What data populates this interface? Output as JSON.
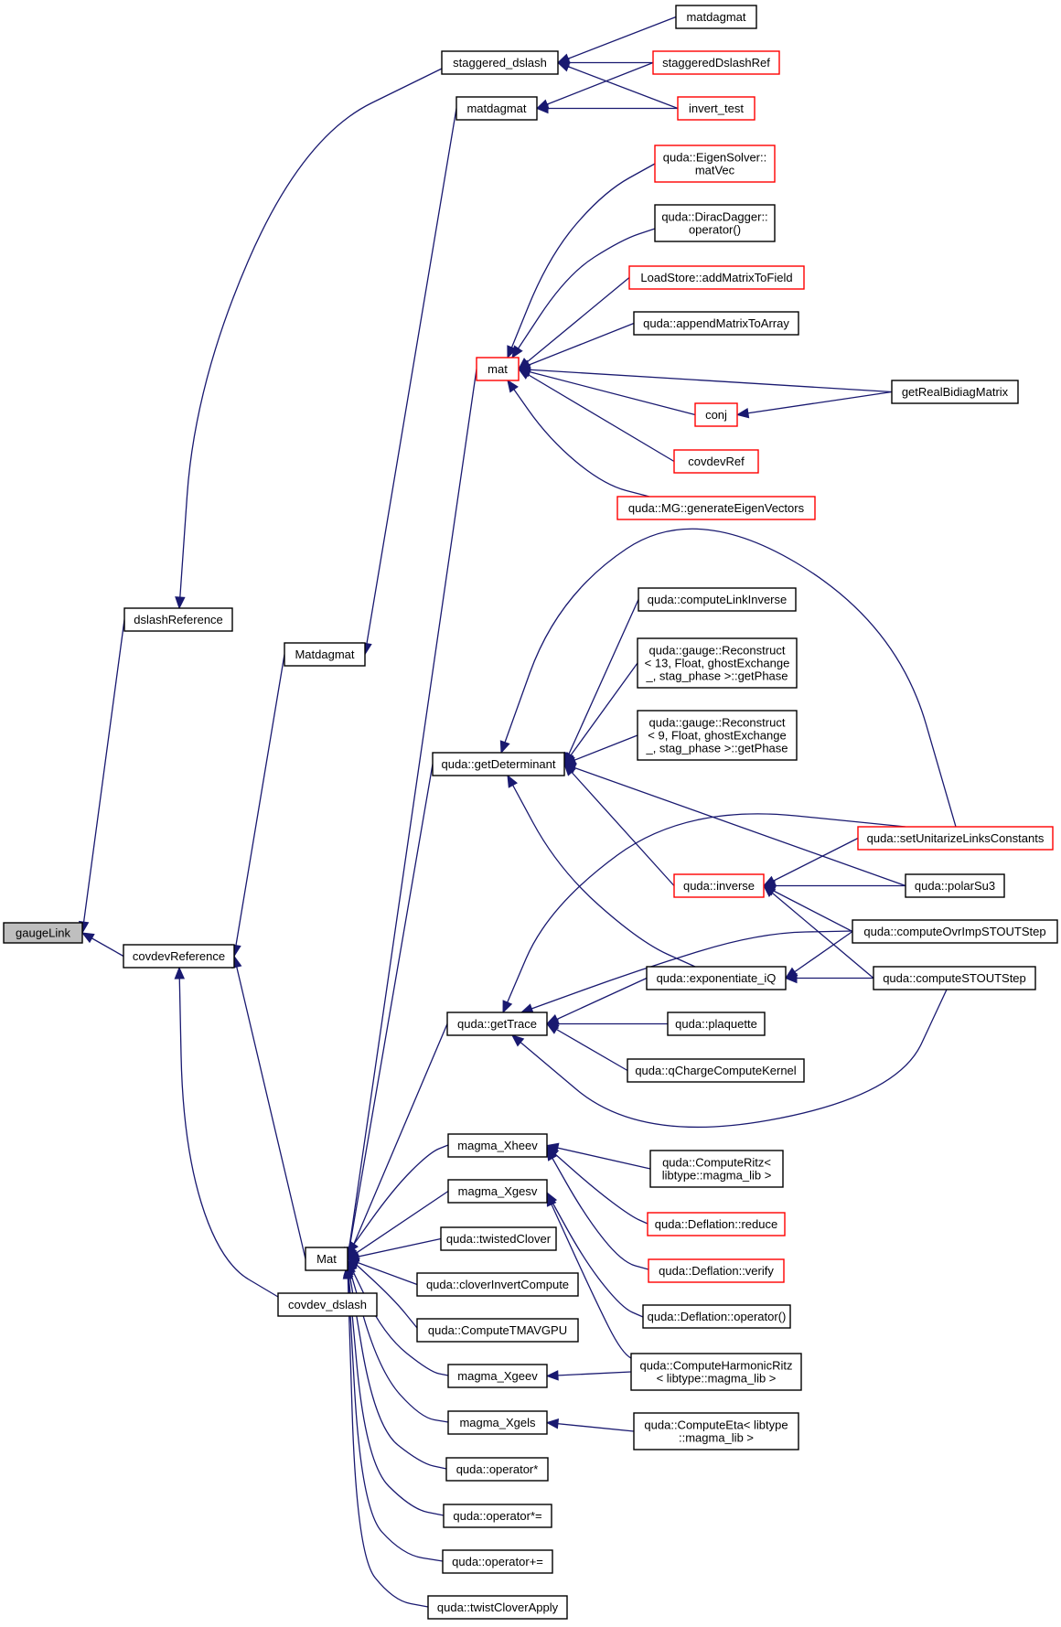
{
  "colors": {
    "edge": "#191970",
    "node_border": "#000000",
    "node_border_truncated": "#ff0000",
    "node_fill": "#ffffff",
    "node_fill_highlight": "#bfbfbf"
  },
  "nodes": [
    {
      "id": "gaugeLink",
      "lines": [
        "gaugeLink"
      ],
      "style": "highlight"
    },
    {
      "id": "dslashReference",
      "lines": [
        "dslashReference"
      ],
      "style": "normal"
    },
    {
      "id": "covdevReference",
      "lines": [
        "covdevReference"
      ],
      "style": "normal"
    },
    {
      "id": "staggered_dslash",
      "lines": [
        "staggered_dslash"
      ],
      "style": "normal"
    },
    {
      "id": "matdagmat_mid",
      "lines": [
        "matdagmat"
      ],
      "style": "normal"
    },
    {
      "id": "Matdagmat",
      "lines": [
        "Matdagmat"
      ],
      "style": "normal"
    },
    {
      "id": "covdev_dslash",
      "lines": [
        "covdev_dslash"
      ],
      "style": "normal"
    },
    {
      "id": "Mat",
      "lines": [
        "Mat"
      ],
      "style": "normal"
    },
    {
      "id": "matdagmat_top",
      "lines": [
        "matdagmat"
      ],
      "style": "normal"
    },
    {
      "id": "staggeredDslashRef",
      "lines": [
        "staggeredDslashRef"
      ],
      "style": "truncated"
    },
    {
      "id": "invert_test",
      "lines": [
        "invert_test"
      ],
      "style": "truncated"
    },
    {
      "id": "mat",
      "lines": [
        "mat"
      ],
      "style": "truncated"
    },
    {
      "id": "eigensolver_matvec",
      "lines": [
        "quda::EigenSolver::",
        "matVec"
      ],
      "style": "truncated"
    },
    {
      "id": "diracdagger_op",
      "lines": [
        "quda::DiracDagger::",
        "operator()"
      ],
      "style": "normal"
    },
    {
      "id": "addMatrixToField",
      "lines": [
        "LoadStore::addMatrixToField"
      ],
      "style": "truncated"
    },
    {
      "id": "appendMatrixToArray",
      "lines": [
        "quda::appendMatrixToArray"
      ],
      "style": "normal"
    },
    {
      "id": "conj",
      "lines": [
        "conj"
      ],
      "style": "truncated"
    },
    {
      "id": "getRealBidiagMatrix",
      "lines": [
        "getRealBidiagMatrix"
      ],
      "style": "normal"
    },
    {
      "id": "covdevRef",
      "lines": [
        "covdevRef"
      ],
      "style": "truncated"
    },
    {
      "id": "generateEigenVectors",
      "lines": [
        "quda::MG::generateEigenVectors"
      ],
      "style": "truncated"
    },
    {
      "id": "getDeterminant",
      "lines": [
        "quda::getDeterminant"
      ],
      "style": "normal"
    },
    {
      "id": "computeLinkInverse",
      "lines": [
        "quda::computeLinkInverse"
      ],
      "style": "normal"
    },
    {
      "id": "reconstruct13",
      "lines": [
        "quda::gauge::Reconstruct",
        "< 13, Float, ghostExchange",
        "_, stag_phase >::getPhase"
      ],
      "style": "normal"
    },
    {
      "id": "reconstruct9",
      "lines": [
        "quda::gauge::Reconstruct",
        "< 9, Float, ghostExchange",
        "_, stag_phase >::getPhase"
      ],
      "style": "normal"
    },
    {
      "id": "setUnitarizeLinksConstants",
      "lines": [
        "quda::setUnitarizeLinksConstants"
      ],
      "style": "truncated"
    },
    {
      "id": "inverse",
      "lines": [
        "quda::inverse"
      ],
      "style": "truncated"
    },
    {
      "id": "polarSu3",
      "lines": [
        "quda::polarSu3"
      ],
      "style": "normal"
    },
    {
      "id": "computeOvrImpSTOUTStep",
      "lines": [
        "quda::computeOvrImpSTOUTStep"
      ],
      "style": "normal"
    },
    {
      "id": "exponentiate_iQ",
      "lines": [
        "quda::exponentiate_iQ"
      ],
      "style": "normal"
    },
    {
      "id": "computeSTOUTStep",
      "lines": [
        "quda::computeSTOUTStep"
      ],
      "style": "normal"
    },
    {
      "id": "getTrace",
      "lines": [
        "quda::getTrace"
      ],
      "style": "normal"
    },
    {
      "id": "plaquette",
      "lines": [
        "quda::plaquette"
      ],
      "style": "normal"
    },
    {
      "id": "qChargeComputeKernel",
      "lines": [
        "quda::qChargeComputeKernel"
      ],
      "style": "normal"
    },
    {
      "id": "magma_Xheev",
      "lines": [
        "magma_Xheev"
      ],
      "style": "normal"
    },
    {
      "id": "computeRitz",
      "lines": [
        "quda::ComputeRitz<",
        "libtype::magma_lib >"
      ],
      "style": "normal"
    },
    {
      "id": "magma_Xgesv",
      "lines": [
        "magma_Xgesv"
      ],
      "style": "normal"
    },
    {
      "id": "deflation_reduce",
      "lines": [
        "quda::Deflation::reduce"
      ],
      "style": "truncated"
    },
    {
      "id": "twistedClover",
      "lines": [
        "quda::twistedClover"
      ],
      "style": "normal"
    },
    {
      "id": "deflation_verify",
      "lines": [
        "quda::Deflation::verify"
      ],
      "style": "truncated"
    },
    {
      "id": "cloverInvertCompute",
      "lines": [
        "quda::cloverInvertCompute"
      ],
      "style": "normal"
    },
    {
      "id": "deflation_operator",
      "lines": [
        "quda::Deflation::operator()"
      ],
      "style": "normal"
    },
    {
      "id": "computeTMAVGPU",
      "lines": [
        "quda::ComputeTMAVGPU"
      ],
      "style": "normal"
    },
    {
      "id": "computeHarmonicRitz",
      "lines": [
        "quda::ComputeHarmonicRitz",
        "< libtype::magma_lib >"
      ],
      "style": "normal"
    },
    {
      "id": "magma_Xgeev",
      "lines": [
        "magma_Xgeev"
      ],
      "style": "normal"
    },
    {
      "id": "magma_Xgels",
      "lines": [
        "magma_Xgels"
      ],
      "style": "normal"
    },
    {
      "id": "computeEta",
      "lines": [
        "quda::ComputeEta< libtype",
        "::magma_lib >"
      ],
      "style": "normal"
    },
    {
      "id": "operator_mul",
      "lines": [
        "quda::operator*"
      ],
      "style": "normal"
    },
    {
      "id": "operator_muleq",
      "lines": [
        "quda::operator*="
      ],
      "style": "normal"
    },
    {
      "id": "operator_pluseq",
      "lines": [
        "quda::operator+="
      ],
      "style": "normal"
    },
    {
      "id": "twistCloverApply",
      "lines": [
        "quda::twistCloverApply"
      ],
      "style": "normal"
    }
  ],
  "edges": [
    {
      "from": "gaugeLink",
      "to": "dslashReference"
    },
    {
      "from": "gaugeLink",
      "to": "covdevReference"
    },
    {
      "from": "dslashReference",
      "to": "staggered_dslash"
    },
    {
      "from": "covdevReference",
      "to": "Matdagmat"
    },
    {
      "from": "covdevReference",
      "to": "covdev_dslash"
    },
    {
      "from": "covdevReference",
      "to": "Mat"
    },
    {
      "from": "Matdagmat",
      "to": "matdagmat_mid"
    },
    {
      "from": "staggered_dslash",
      "to": "matdagmat_top"
    },
    {
      "from": "staggered_dslash",
      "to": "staggeredDslashRef"
    },
    {
      "from": "staggered_dslash",
      "to": "invert_test"
    },
    {
      "from": "matdagmat_mid",
      "to": "staggeredDslashRef"
    },
    {
      "from": "matdagmat_mid",
      "to": "invert_test"
    },
    {
      "from": "Mat",
      "to": "mat"
    },
    {
      "from": "Mat",
      "to": "getDeterminant"
    },
    {
      "from": "Mat",
      "to": "getTrace"
    },
    {
      "from": "Mat",
      "to": "magma_Xheev"
    },
    {
      "from": "Mat",
      "to": "magma_Xgesv"
    },
    {
      "from": "Mat",
      "to": "twistedClover"
    },
    {
      "from": "Mat",
      "to": "cloverInvertCompute"
    },
    {
      "from": "Mat",
      "to": "computeTMAVGPU"
    },
    {
      "from": "Mat",
      "to": "magma_Xgeev"
    },
    {
      "from": "Mat",
      "to": "magma_Xgels"
    },
    {
      "from": "Mat",
      "to": "operator_mul"
    },
    {
      "from": "Mat",
      "to": "operator_muleq"
    },
    {
      "from": "Mat",
      "to": "operator_pluseq"
    },
    {
      "from": "Mat",
      "to": "twistCloverApply"
    },
    {
      "from": "mat",
      "to": "eigensolver_matvec"
    },
    {
      "from": "mat",
      "to": "diracdagger_op"
    },
    {
      "from": "mat",
      "to": "addMatrixToField"
    },
    {
      "from": "mat",
      "to": "appendMatrixToArray"
    },
    {
      "from": "mat",
      "to": "getRealBidiagMatrix"
    },
    {
      "from": "mat",
      "to": "conj"
    },
    {
      "from": "mat",
      "to": "covdevRef"
    },
    {
      "from": "mat",
      "to": "generateEigenVectors"
    },
    {
      "from": "conj",
      "to": "getRealBidiagMatrix"
    },
    {
      "from": "getDeterminant",
      "to": "setUnitarizeLinksConstants"
    },
    {
      "from": "getDeterminant",
      "to": "computeLinkInverse"
    },
    {
      "from": "getDeterminant",
      "to": "reconstruct13"
    },
    {
      "from": "getDeterminant",
      "to": "reconstruct9"
    },
    {
      "from": "getDeterminant",
      "to": "polarSu3"
    },
    {
      "from": "getDeterminant",
      "to": "inverse"
    },
    {
      "from": "getDeterminant",
      "to": "exponentiate_iQ"
    },
    {
      "from": "inverse",
      "to": "setUnitarizeLinksConstants"
    },
    {
      "from": "inverse",
      "to": "polarSu3"
    },
    {
      "from": "inverse",
      "to": "computeOvrImpSTOUTStep"
    },
    {
      "from": "inverse",
      "to": "computeSTOUTStep"
    },
    {
      "from": "getTrace",
      "to": "setUnitarizeLinksConstants"
    },
    {
      "from": "getTrace",
      "to": "computeOvrImpSTOUTStep"
    },
    {
      "from": "getTrace",
      "to": "exponentiate_iQ"
    },
    {
      "from": "getTrace",
      "to": "plaquette"
    },
    {
      "from": "getTrace",
      "to": "qChargeComputeKernel"
    },
    {
      "from": "getTrace",
      "to": "computeSTOUTStep"
    },
    {
      "from": "exponentiate_iQ",
      "to": "computeOvrImpSTOUTStep"
    },
    {
      "from": "exponentiate_iQ",
      "to": "computeSTOUTStep"
    },
    {
      "from": "magma_Xheev",
      "to": "computeRitz"
    },
    {
      "from": "magma_Xheev",
      "to": "deflation_reduce"
    },
    {
      "from": "magma_Xheev",
      "to": "deflation_verify"
    },
    {
      "from": "magma_Xgesv",
      "to": "deflation_operator"
    },
    {
      "from": "magma_Xgesv",
      "to": "computeHarmonicRitz"
    },
    {
      "from": "magma_Xgeev",
      "to": "computeHarmonicRitz"
    },
    {
      "from": "magma_Xgels",
      "to": "computeEta"
    }
  ]
}
